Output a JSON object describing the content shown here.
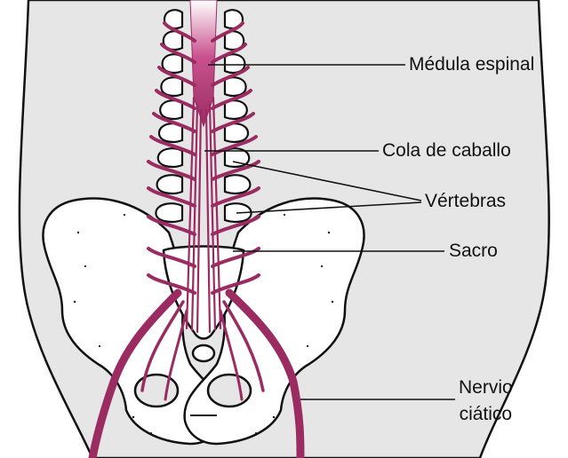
{
  "labels": {
    "medula_espinal": "Médula espinal",
    "cola_de_caballo": "Cola de caballo",
    "vertebras": "Vértebras",
    "sacro": "Sacro",
    "nervio_line1": "Nervio",
    "nervio_line2": "ciático"
  },
  "colors": {
    "body_fill": "#e6e6e6",
    "bone_fill": "#ffffff",
    "outline": "#111111",
    "nerve": "#9a2c62",
    "nerve_light": "#c9528e",
    "leader_line": "#111111"
  }
}
